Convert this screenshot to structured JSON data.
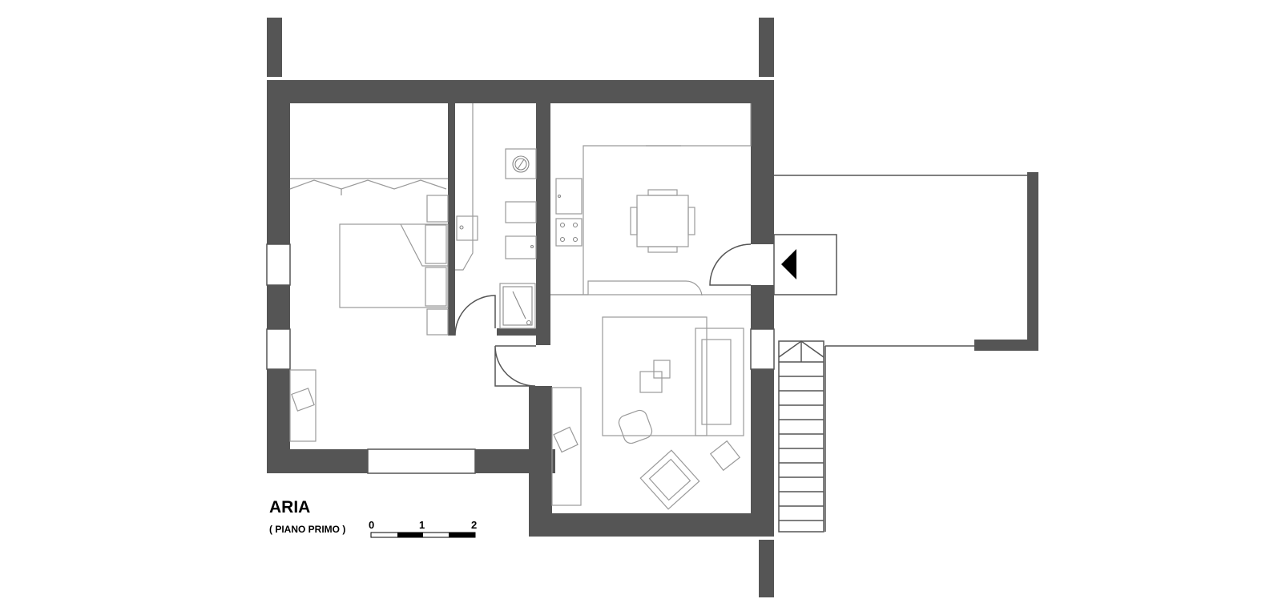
{
  "drawing": {
    "title": "ARIA",
    "subtitle": "( PIANO PRIMO )"
  },
  "scale_bar": {
    "labels": [
      "0",
      "1",
      "2"
    ]
  },
  "colors": {
    "wall": "#555555",
    "furniture": "#9a9a9a",
    "background": "#ffffff"
  },
  "icons": {
    "entrance": "entrance-arrow-icon"
  }
}
